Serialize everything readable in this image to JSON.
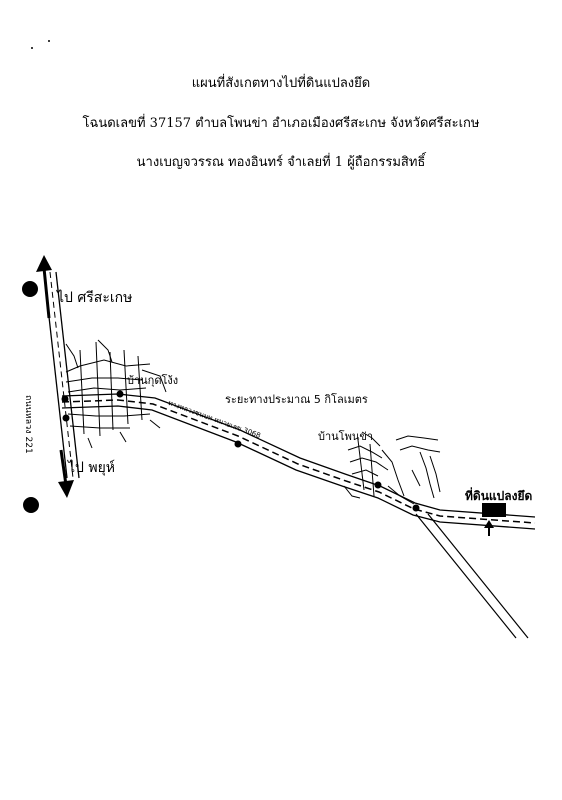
{
  "header": {
    "title": "แผนที่สังเกตทางไปที่ดินแปลงยึด",
    "deed_line": "โฉนดเลขที่  37157  ตำบลโพนข่า  อำเภอเมืองศรีสะเกษ   จังหวัดศรีสะเกษ",
    "owner_line": "นางเบญจวรรณ  ทองอินทร์  จำเลยที่  1   ผู้ถือกรรมสิทธิ์"
  },
  "map": {
    "north_label": "ไป ศรีสะเกษ",
    "south_label": "ไป พยุห์",
    "village_1": "บ้านกุดโง้ง",
    "village_2": "บ้านโพนข่า",
    "distance_note": "ระยะทางประมาณ 5 กิโลเมตร",
    "target_label": "ที่ดินแปลงยึด",
    "highway_label": "ถนนหลวง 221",
    "rural_road_label": "ทางหลวงชนบท หมายเลข 3068"
  },
  "colors": {
    "ink": "#000000",
    "paper": "#ffffff"
  }
}
